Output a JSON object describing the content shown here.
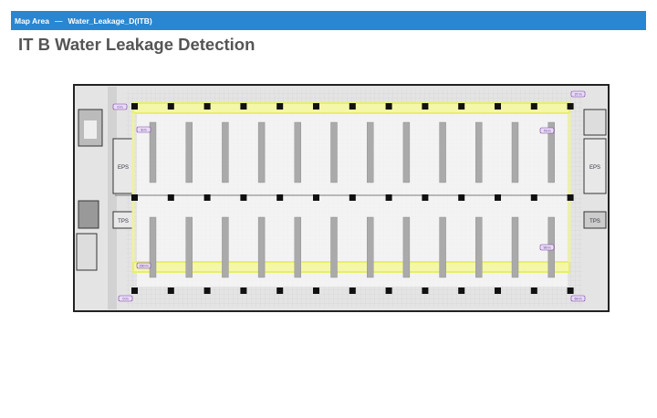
{
  "breadcrumb": {
    "root": "Map Area",
    "separator": "—",
    "current": "Water_Leakage_D(ITB)"
  },
  "page_title": "IT B Water Leakage Detection",
  "floor_plan": {
    "rooms": {
      "eps_left": "EPS",
      "eps_right": "EPS",
      "tps_left": "TPS",
      "tps_right": "TPS"
    },
    "sensor_markers": [
      "0 m",
      "8 m",
      "37 m",
      "79 m",
      "99 m",
      "150 m",
      "0 m",
      "69 m"
    ],
    "colors": {
      "leak_cable": "#e8ef6a",
      "marker_border": "#7a3ea8",
      "marker_fill": "#e9dcf5"
    }
  }
}
